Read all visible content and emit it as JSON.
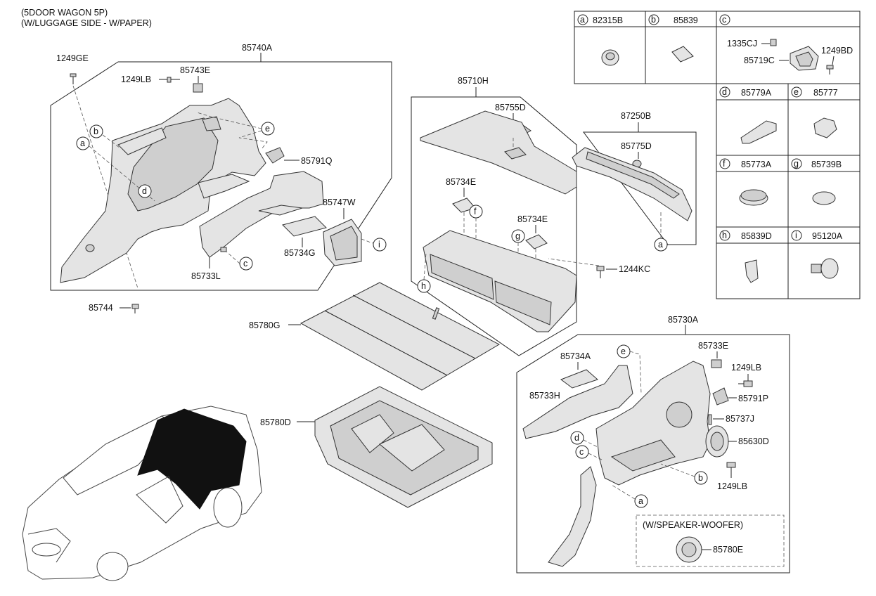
{
  "header": {
    "line1": "(5DOOR WAGON 5P)",
    "line2": "(W/LUGGAGE SIDE - W/PAPER)"
  },
  "callouts": {
    "p85740A": "85740A",
    "p1249GE": "1249GE",
    "p1249LB_top": "1249LB",
    "p85743E": "85743E",
    "p85791Q": "85791Q",
    "p85747W": "85747W",
    "p85734G": "85734G",
    "p85733L": "85733L",
    "p85744": "85744",
    "p85710H": "85710H",
    "p85755D": "85755D",
    "p85734E_1": "85734E",
    "p85734E_2": "85734E",
    "p87250B": "87250B",
    "p85775D": "85775D",
    "p1244KC": "1244KC",
    "p85780G": "85780G",
    "p85780D": "85780D",
    "p85730A": "85730A",
    "p85733E": "85733E",
    "p85734A": "85734A",
    "p1249LB_mid": "1249LB",
    "p85733H": "85733H",
    "p85791P": "85791P",
    "p85737J": "85737J",
    "p85630D": "85630D",
    "p1249LB_bot": "1249LB",
    "p85780E": "85780E"
  },
  "letters": {
    "a": "a",
    "b": "b",
    "c": "c",
    "d": "d",
    "e": "e",
    "f": "f",
    "g": "g",
    "h": "h",
    "i": "i"
  },
  "woofer_note": "(W/SPEAKER-WOOFER)",
  "legend": {
    "a": {
      "letter": "a",
      "part": "82315B"
    },
    "b": {
      "letter": "b",
      "part": "85839"
    },
    "c": {
      "letter": "c",
      "part": "",
      "sub1": "1335CJ",
      "sub2": "85719C",
      "sub3": "1249BD"
    },
    "d": {
      "letter": "d",
      "part": "85779A"
    },
    "e": {
      "letter": "e",
      "part": "85777"
    },
    "f": {
      "letter": "f",
      "part": "85773A"
    },
    "g": {
      "letter": "g",
      "part": "85739B"
    },
    "h": {
      "letter": "h",
      "part": "85839D"
    },
    "i": {
      "letter": "i",
      "part": "95120A"
    }
  }
}
